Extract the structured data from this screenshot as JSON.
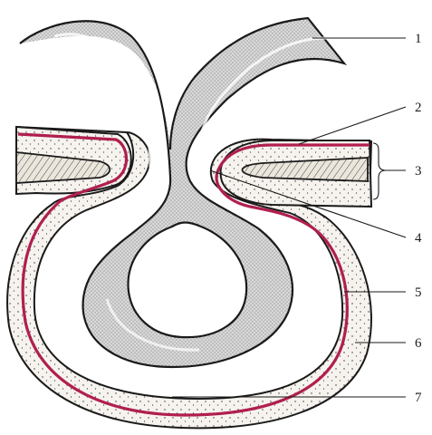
{
  "figure": {
    "labels": [
      "1",
      "2",
      "3",
      "4",
      "5",
      "6",
      "7"
    ]
  },
  "colors": {
    "serosa_line": "#b01f4f",
    "outer_wall_fill": "#f4f1ec",
    "tube_fill": "#cfcfcf",
    "muscle_fill": "#e8e2d8",
    "ink": "#1a1a1a"
  }
}
